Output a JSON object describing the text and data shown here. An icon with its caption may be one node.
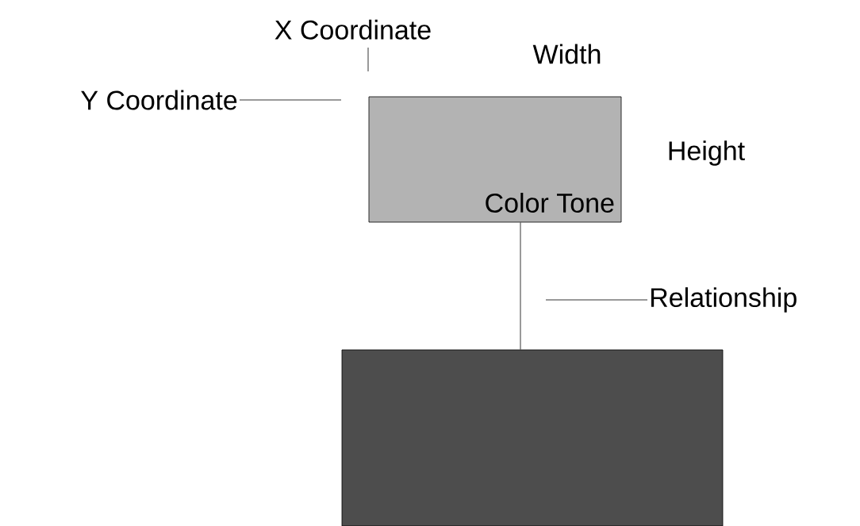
{
  "diagram": {
    "nodes": [
      {
        "text": [
          "X Coordinate"
        ]
      },
      {
        "text": [
          "Y Coordinate"
        ]
      },
      {
        "text": [
          "Color Tone"
        ]
      },
      {
        "text": [
          "Relationship"
        ]
      },
      {
        "text": [],
        "shape": "box"
      }
    ],
    "edges": [
      {
        "from": 2,
        "to": 4,
        "arrow": "none"
      },
      {
        "from": 0,
        "to": null,
        "arrow": "none"
      },
      {
        "from": 1,
        "to": null,
        "arrow": "none"
      },
      {
        "from": 3,
        "to": null,
        "arrow": "none"
      }
    ],
    "labels": [
      "Width",
      "Height"
    ]
  }
}
